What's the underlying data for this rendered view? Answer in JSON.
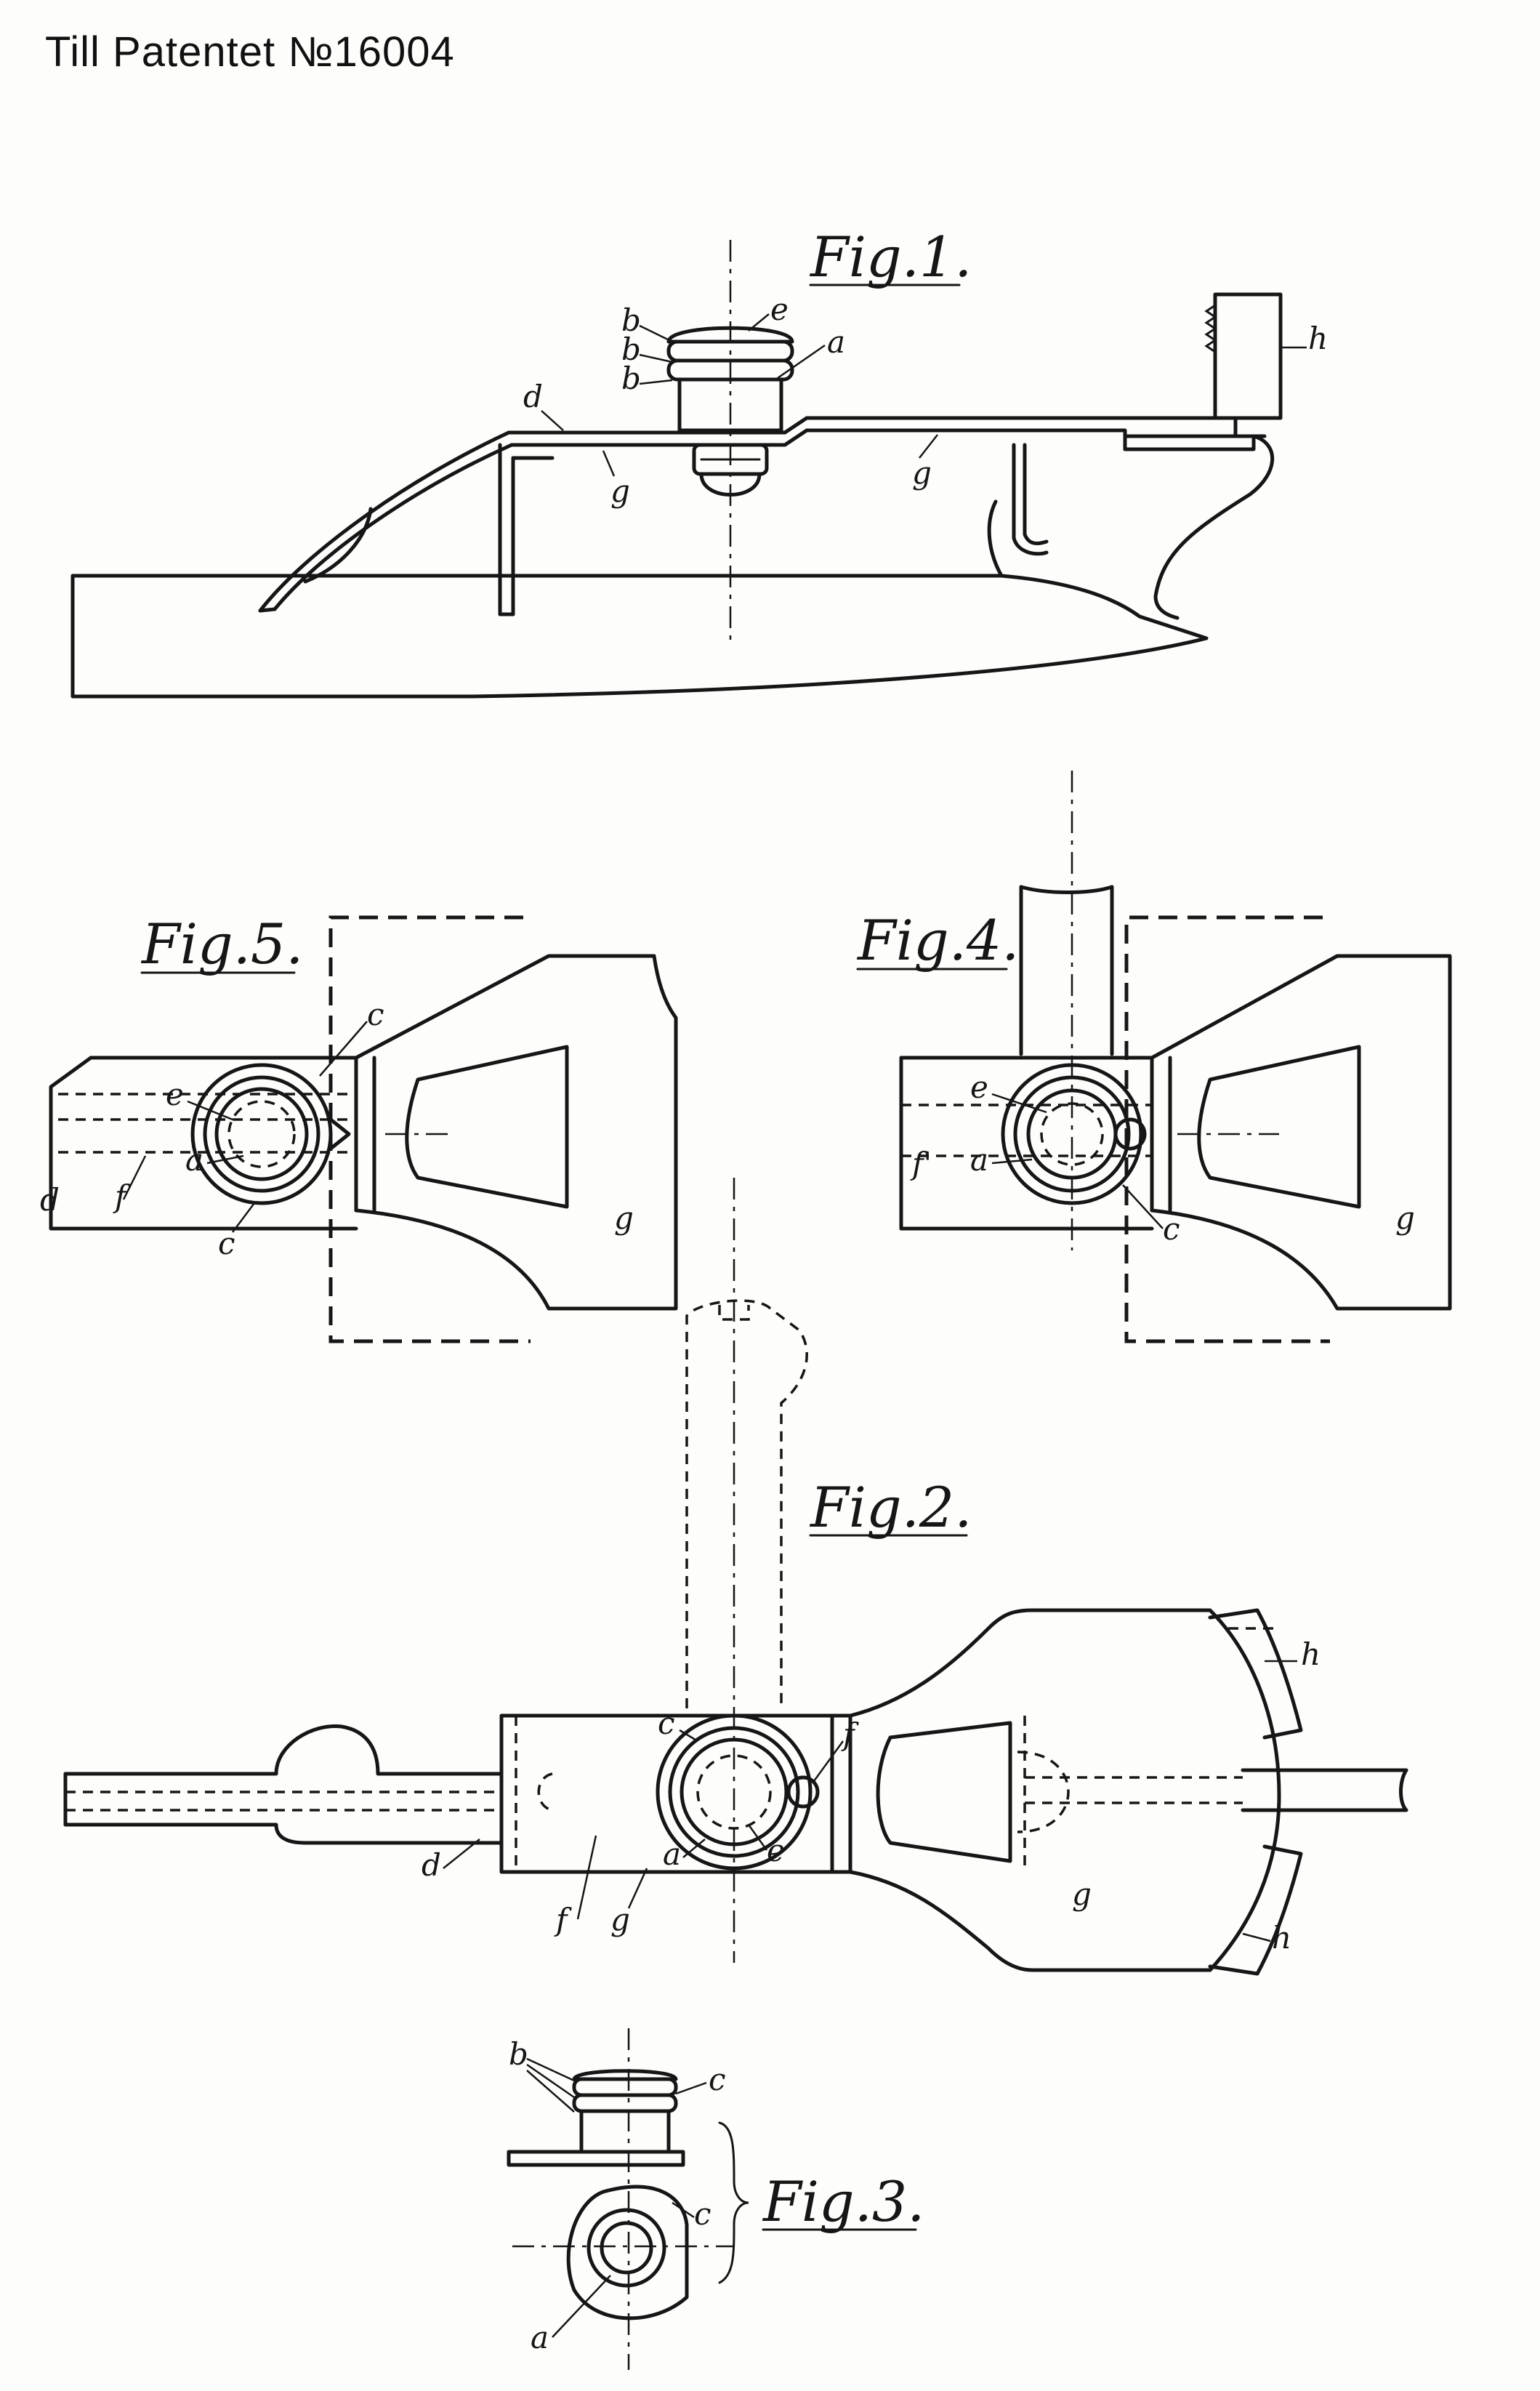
{
  "header": {
    "title": "Till Patentet №16004"
  },
  "figures": {
    "fig1": "Fig.1.",
    "fig2": "Fig.2.",
    "fig3": "Fig.3.",
    "fig4": "Fig.4.",
    "fig5": "Fig.5."
  },
  "refs": {
    "a": "a",
    "b": "b",
    "c": "c",
    "d": "d",
    "e": "e",
    "f": "f",
    "f_prime": "f'",
    "g": "g",
    "h": "h"
  }
}
